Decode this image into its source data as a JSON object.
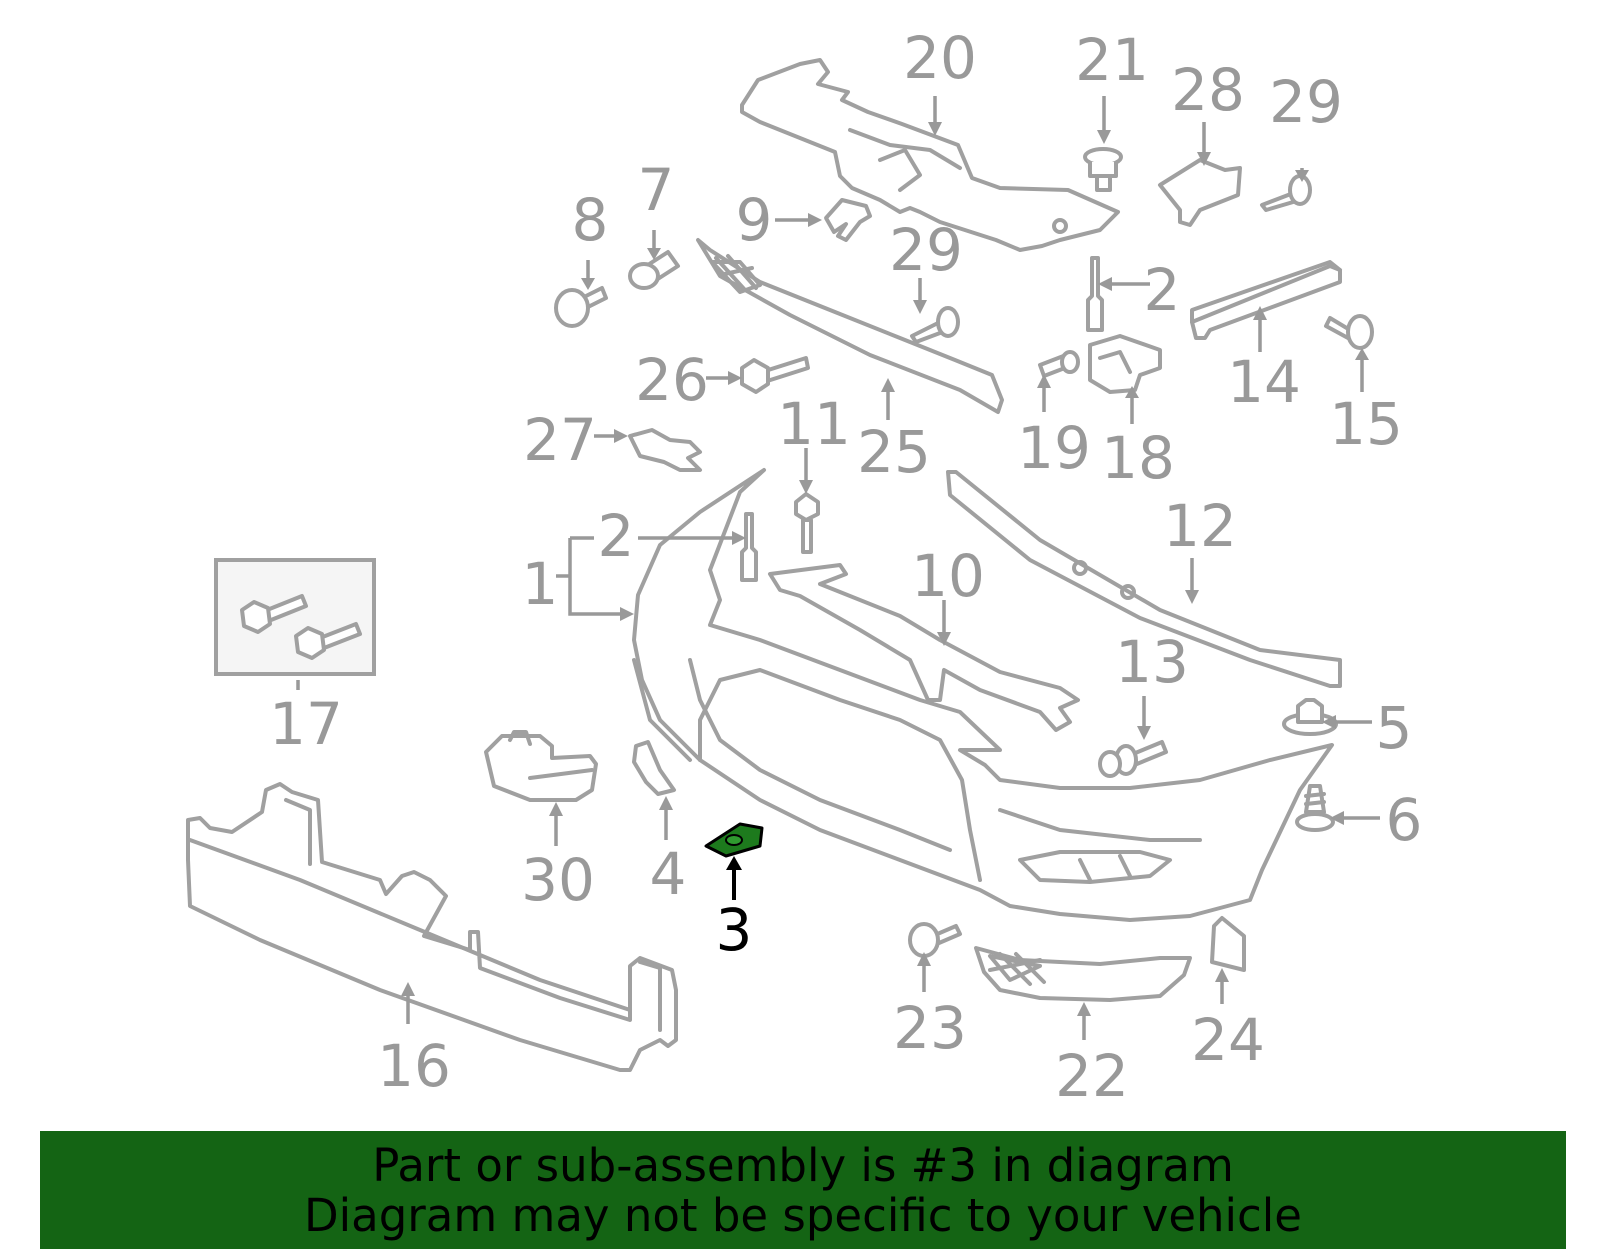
{
  "callouts": [
    {
      "id": "1",
      "label": "1"
    },
    {
      "id": "2a",
      "label": "2"
    },
    {
      "id": "2b",
      "label": "2"
    },
    {
      "id": "3",
      "label": "3",
      "highlighted": true
    },
    {
      "id": "4",
      "label": "4"
    },
    {
      "id": "5",
      "label": "5"
    },
    {
      "id": "6",
      "label": "6"
    },
    {
      "id": "7",
      "label": "7"
    },
    {
      "id": "8",
      "label": "8"
    },
    {
      "id": "9",
      "label": "9"
    },
    {
      "id": "10",
      "label": "10"
    },
    {
      "id": "11",
      "label": "11"
    },
    {
      "id": "12",
      "label": "12"
    },
    {
      "id": "13",
      "label": "13"
    },
    {
      "id": "14",
      "label": "14"
    },
    {
      "id": "15",
      "label": "15"
    },
    {
      "id": "16",
      "label": "16"
    },
    {
      "id": "17",
      "label": "17"
    },
    {
      "id": "18",
      "label": "18"
    },
    {
      "id": "19",
      "label": "19"
    },
    {
      "id": "20",
      "label": "20"
    },
    {
      "id": "21",
      "label": "21"
    },
    {
      "id": "22",
      "label": "22"
    },
    {
      "id": "23",
      "label": "23"
    },
    {
      "id": "24",
      "label": "24"
    },
    {
      "id": "25",
      "label": "25"
    },
    {
      "id": "26",
      "label": "26"
    },
    {
      "id": "27",
      "label": "27"
    },
    {
      "id": "28",
      "label": "28"
    },
    {
      "id": "29a",
      "label": "29"
    },
    {
      "id": "29b",
      "label": "29"
    },
    {
      "id": "30",
      "label": "30"
    }
  ],
  "banner": {
    "line1": "Part or sub-assembly is #3 in diagram",
    "line2": "Diagram may not be specific to your vehicle"
  },
  "colors": {
    "part_line": "#a0a0a0",
    "callout_text": "#999999",
    "highlight_part": "#1d7a1d",
    "highlight_text": "#000000",
    "banner_bg": "#146414"
  }
}
